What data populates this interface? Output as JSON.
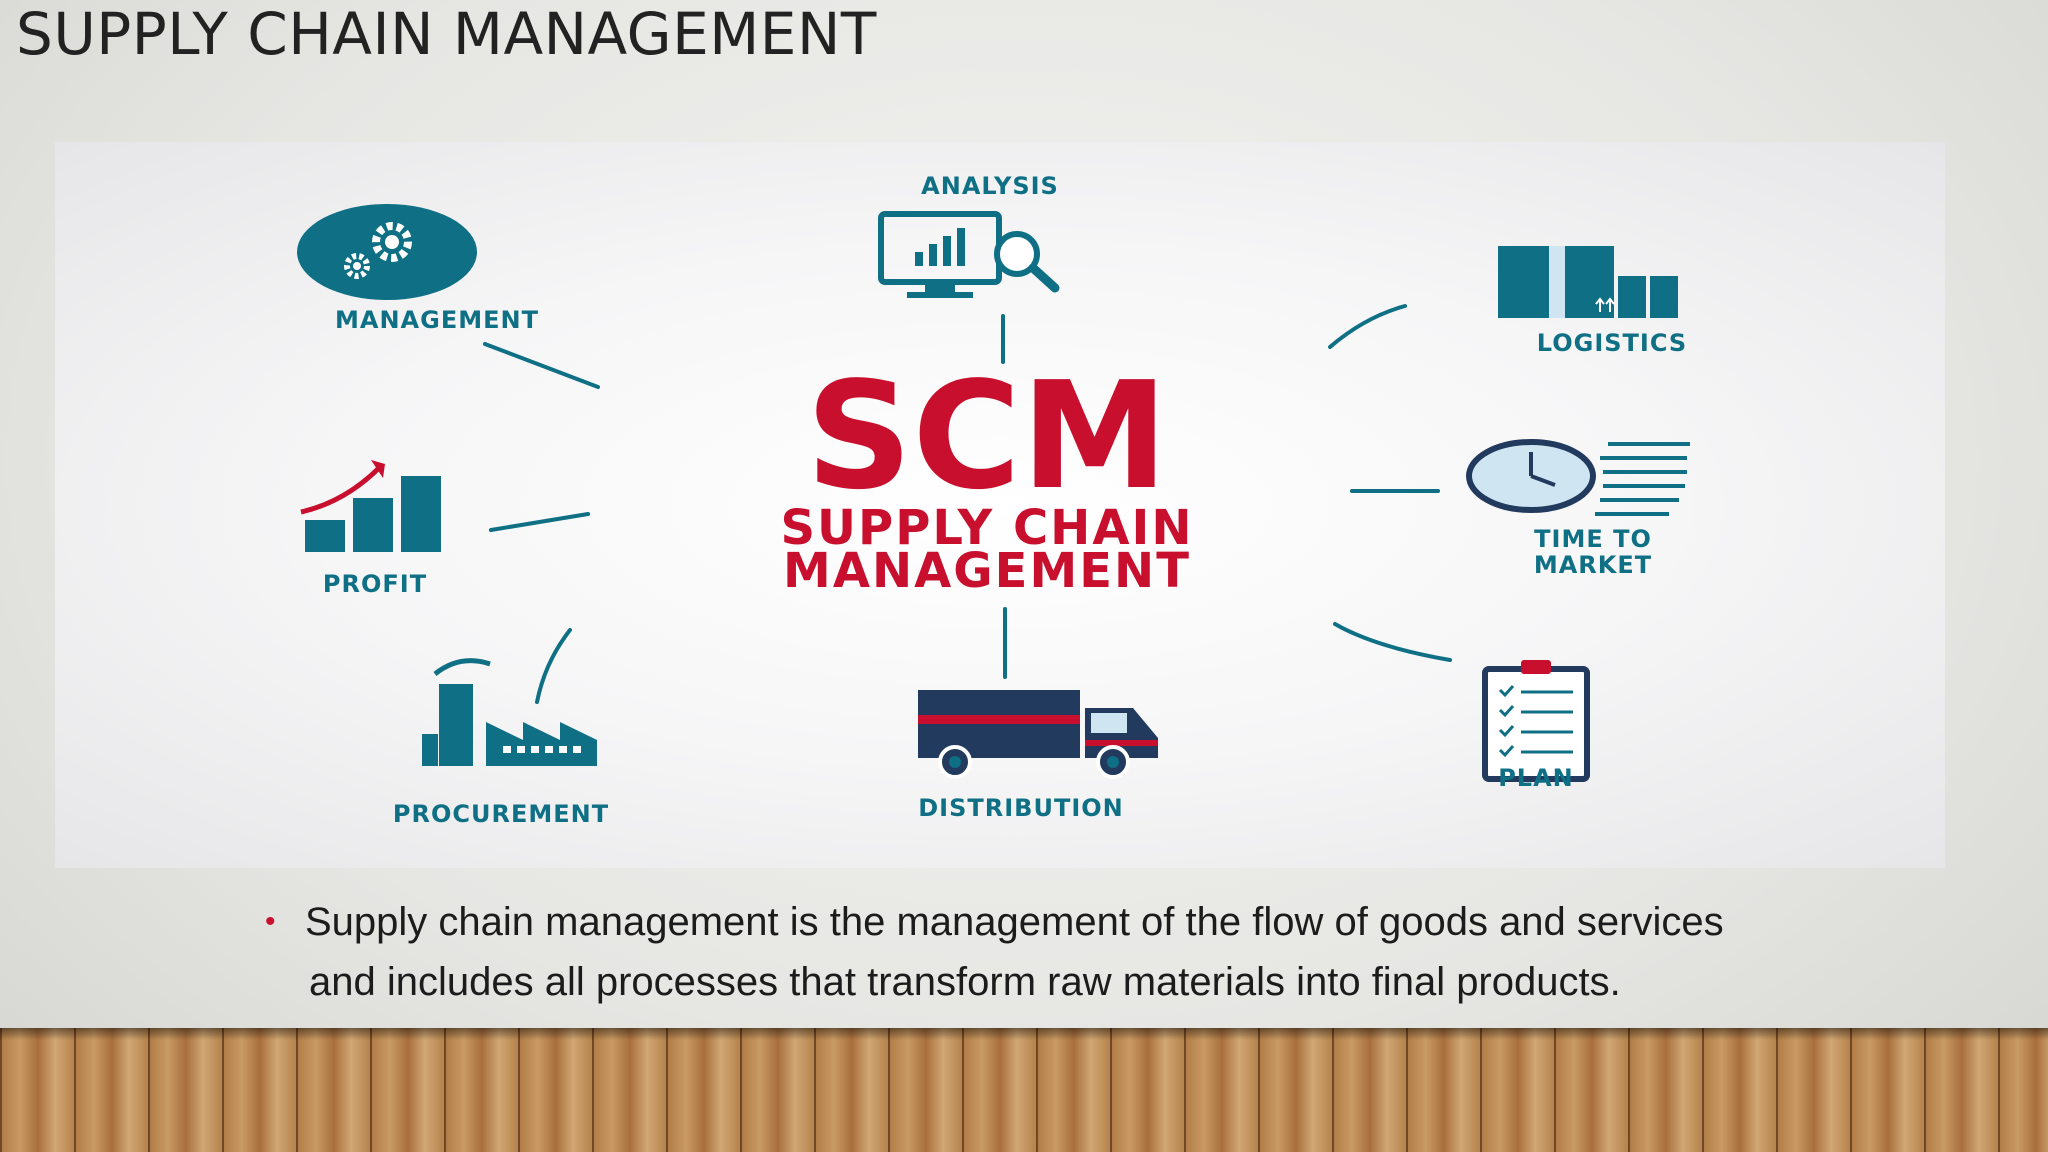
{
  "slide": {
    "title": "SUPPLY CHAIN MANAGEMENT"
  },
  "diagram": {
    "center_big": "SCM",
    "center_line1": "SUPPLY CHAIN",
    "center_line2": "MANAGEMENT",
    "nodes": {
      "management": "MANAGEMENT",
      "analysis": "ANALYSIS",
      "logistics": "LOGISTICS",
      "profit": "PROFIT",
      "time_line1": "TIME TO",
      "time_line2": "MARKET",
      "procurement": "PROCUREMENT",
      "distribution": "DISTRIBUTION",
      "plan": "PLAN"
    },
    "colors": {
      "teal": "#0e6f85",
      "red": "#c8102e",
      "navy": "#223a5e",
      "light_blue": "#cfe6f2"
    }
  },
  "bullet": {
    "line1": "Supply chain management is the management of the flow of goods and services",
    "line2": "and includes all processes that transform raw materials into final products."
  }
}
